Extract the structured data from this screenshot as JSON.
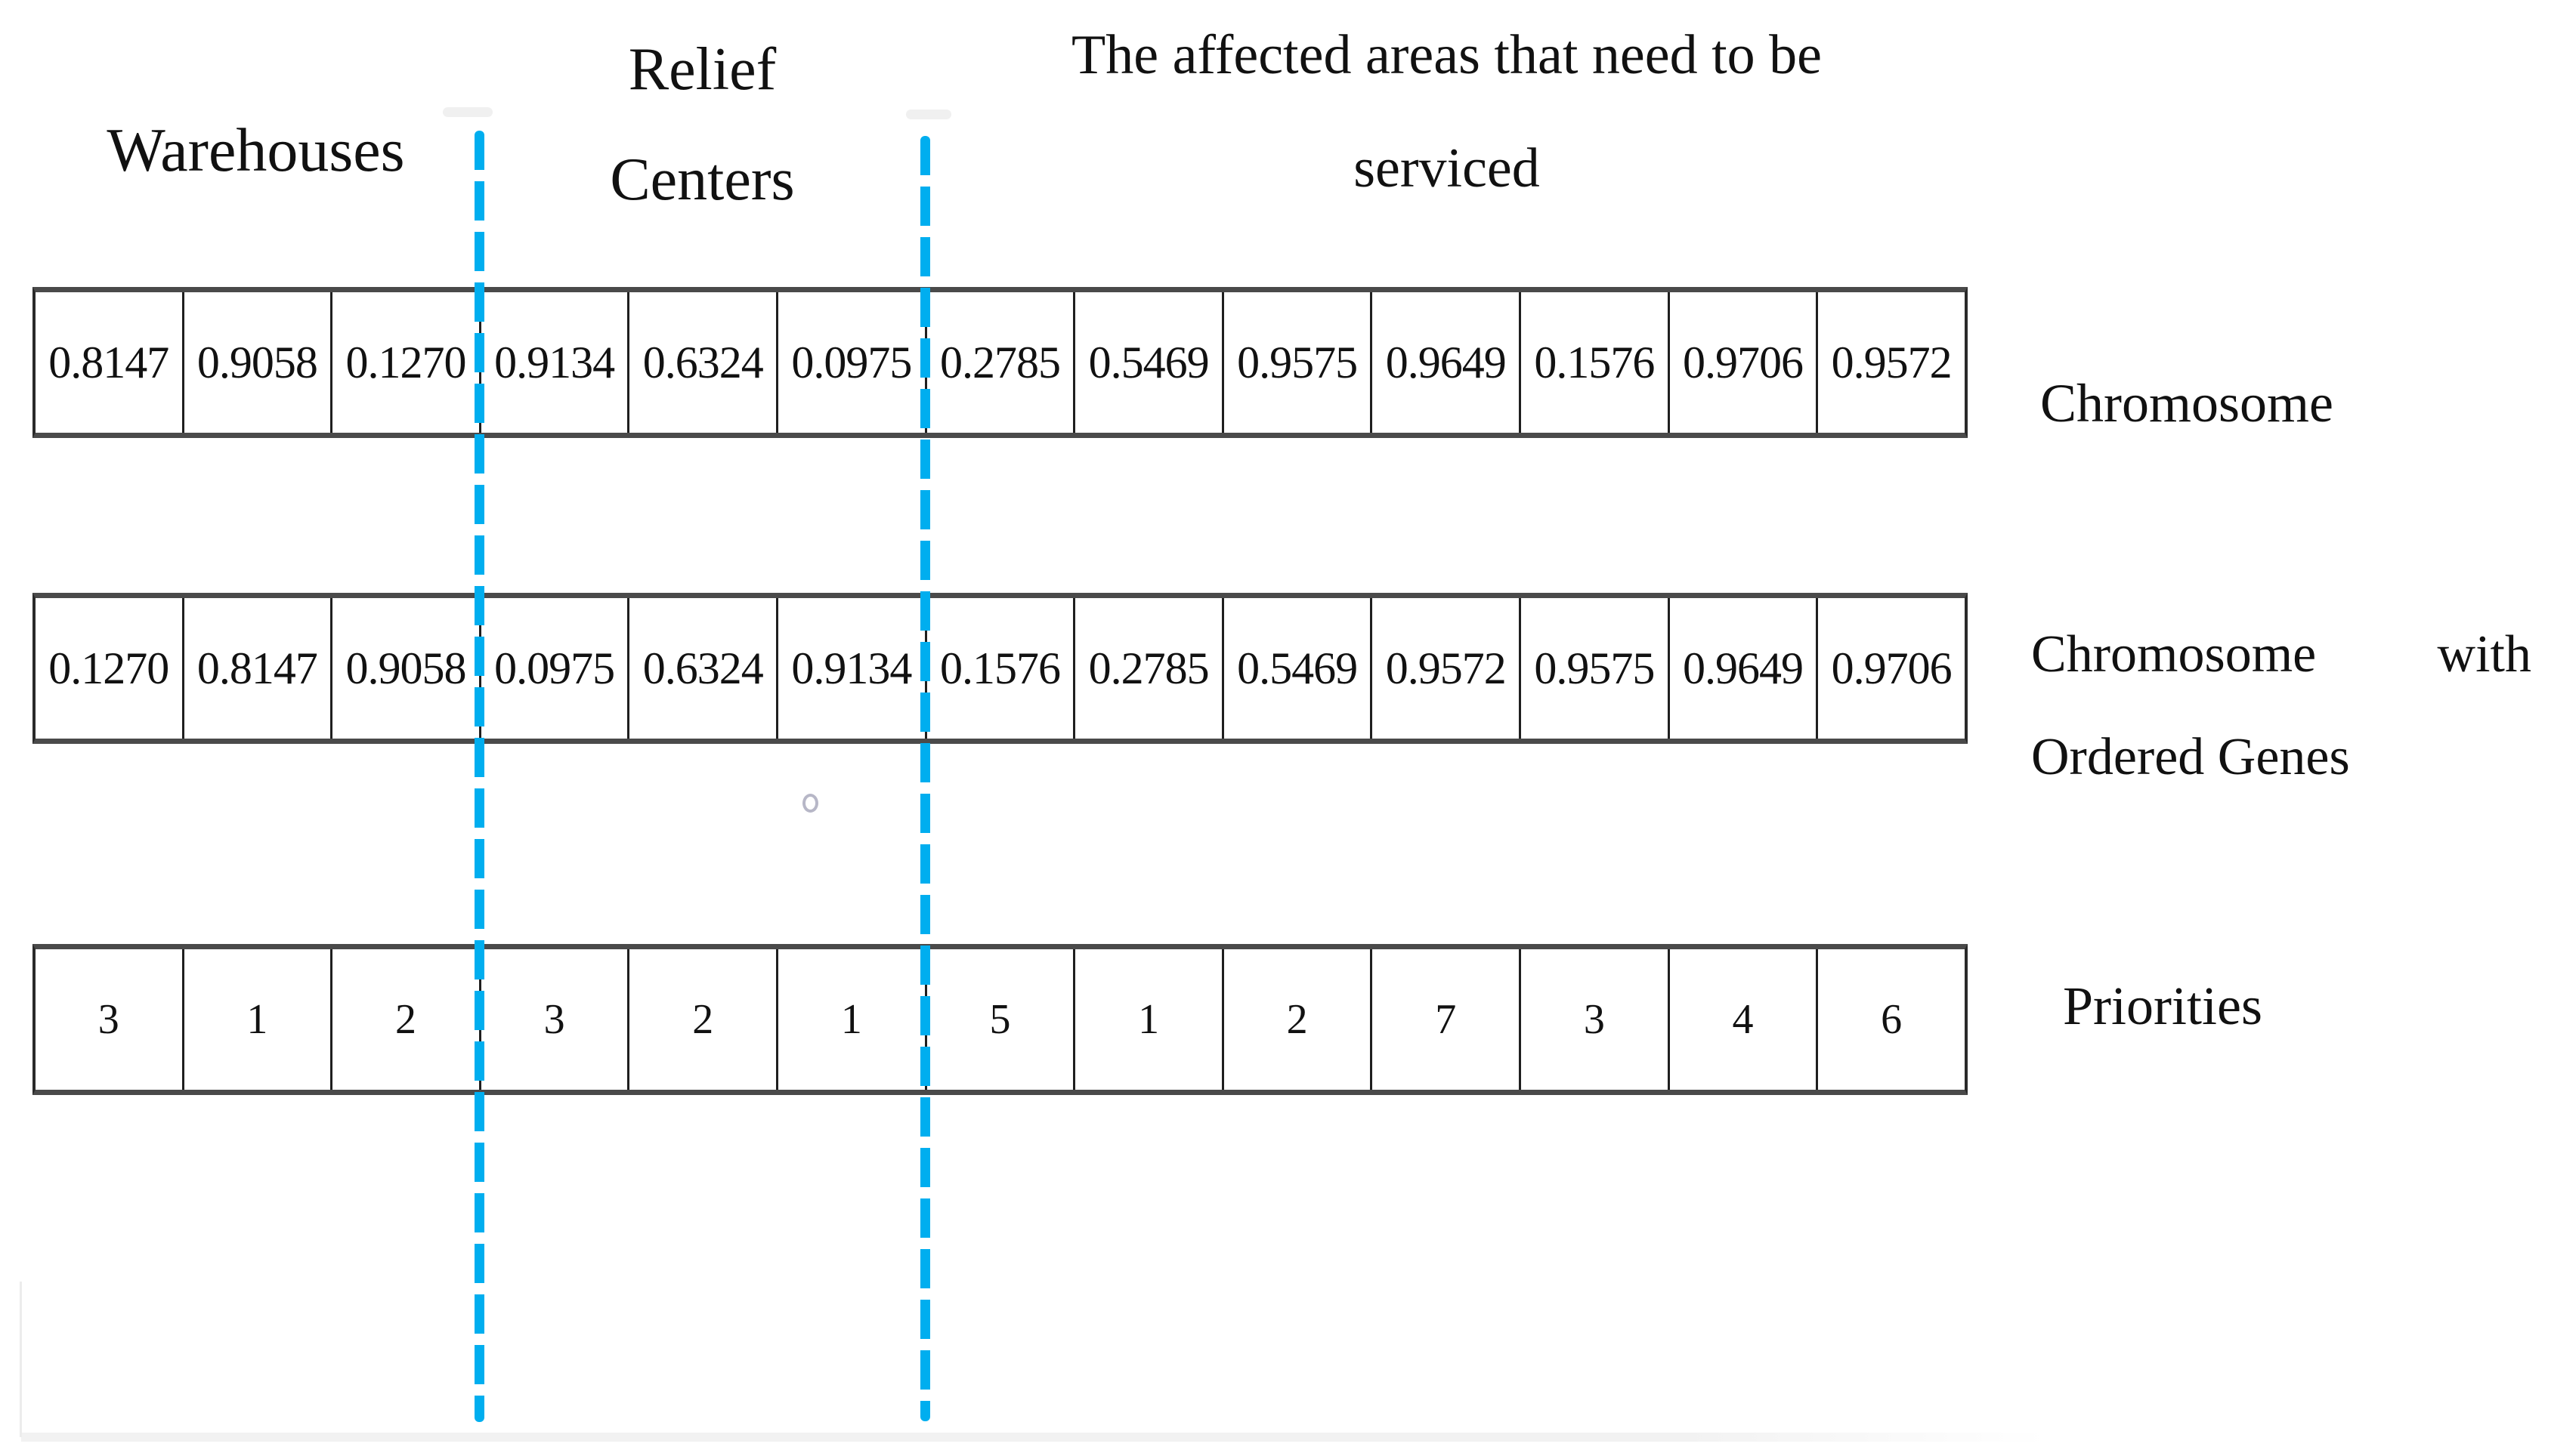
{
  "sections": {
    "warehouses": {
      "label": "Warehouses"
    },
    "relief_centers": {
      "label_lines": [
        "Relief",
        "Centers"
      ]
    },
    "affected_areas": {
      "label_lines": [
        "The affected areas that need to be",
        "serviced"
      ]
    }
  },
  "rows": [
    {
      "id": "chromosome",
      "label": "Chromosome",
      "cells": [
        "0.8147",
        "0.9058",
        "0.1270",
        "0.9134",
        "0.6324",
        "0.0975",
        "0.2785",
        "0.5469",
        "0.9575",
        "0.9649",
        "0.1576",
        "0.9706",
        "0.9572"
      ]
    },
    {
      "id": "chromosome_ordered",
      "label_words": [
        "Chromosome",
        "with"
      ],
      "label_line2": "Ordered Genes",
      "cells": [
        "0.1270",
        "0.8147",
        "0.9058",
        "0.0975",
        "0.6324",
        "0.9134",
        "0.1576",
        "0.2785",
        "0.5469",
        "0.9572",
        "0.9575",
        "0.9649",
        "0.9706"
      ]
    },
    {
      "id": "priorities",
      "label": "Priorities",
      "cells": [
        "3",
        "1",
        "2",
        "3",
        "2",
        "1",
        "5",
        "1",
        "2",
        "7",
        "3",
        "4",
        "6"
      ]
    }
  ],
  "colors": {
    "divider": "#00aeef",
    "row_border": "#4a4a4a",
    "cell_border": "#1f1f1f",
    "text": "#111111"
  }
}
